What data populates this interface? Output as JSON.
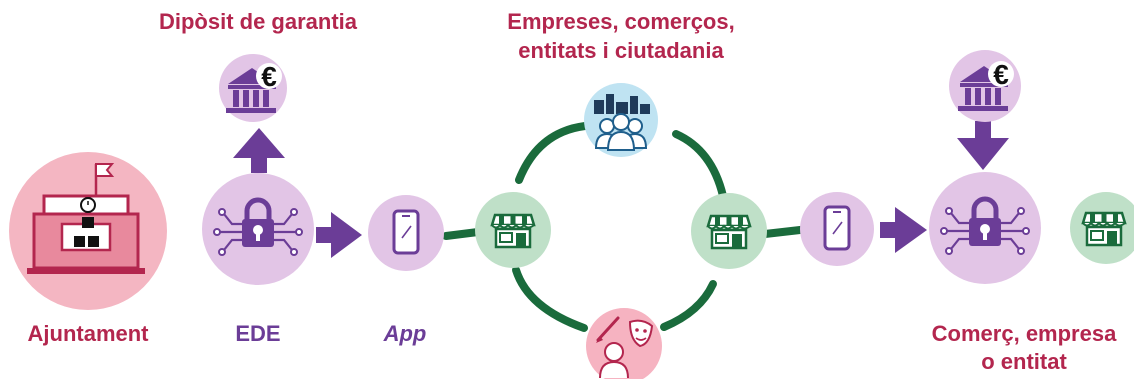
{
  "colors": {
    "crimson": "#b3264e",
    "purple": "#6b3d97",
    "green": "#1a6b3c",
    "lilac": "#e2c5e6",
    "mint": "#bfe0c8",
    "pink_outer": "#f4b6c2",
    "pink_inner": "#e8899d",
    "sky": "#bfe3f2",
    "rose": "#f6b3c1"
  },
  "labels": {
    "deposit": "Dipòsit de garantia",
    "participants_line1": "Empreses, comerços,",
    "participants_line2": "entitats i ciutadania",
    "city_council": "Ajuntament",
    "ede": "EDE",
    "app": "App",
    "merchant_line1": "Comerç, empresa",
    "merchant_line2": "o entitat"
  },
  "nodes": {
    "bank_top": "bank-euro-icon",
    "city_hall": "city-hall-icon",
    "ede": "digital-lock-icon",
    "app_left": "smartphone-icon",
    "shop_left": "shop-icon",
    "citizens": "citizens-city-icon",
    "culture": "culture-masks-icon",
    "shop_right": "shop-icon",
    "app_right": "smartphone-icon",
    "bank_right": "bank-euro-icon",
    "merchant": "digital-lock-icon",
    "shop_far": "shop-icon"
  }
}
